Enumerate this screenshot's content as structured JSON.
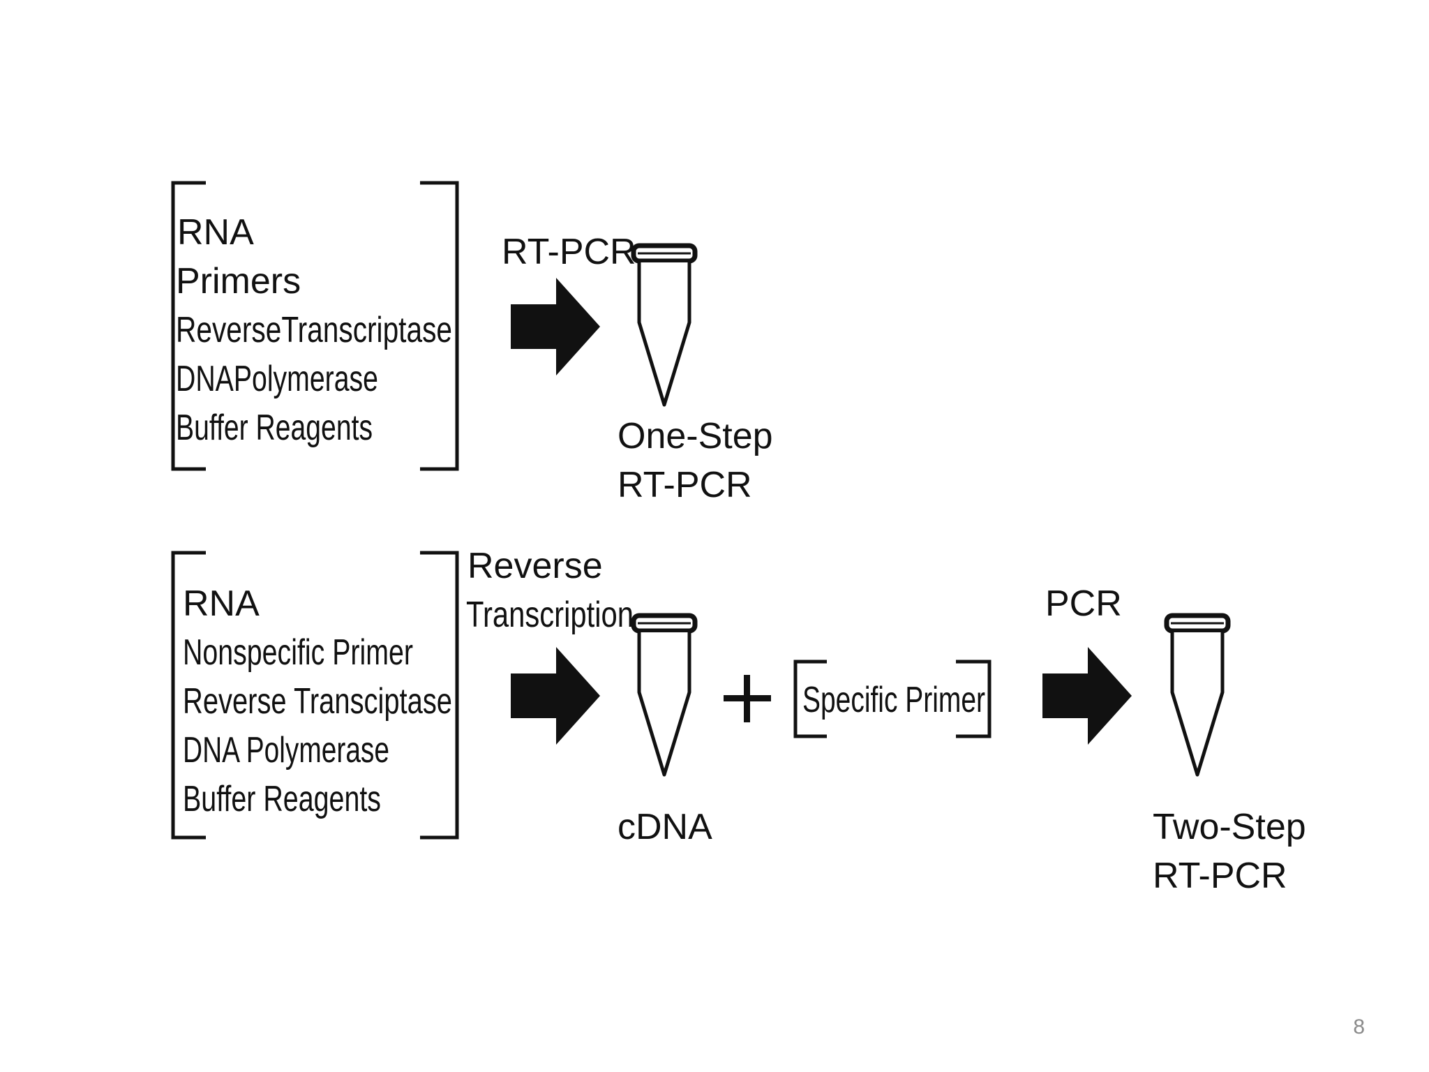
{
  "one_step": {
    "reagents": [
      "RNA",
      "Primers",
      "ReverseTranscriptase",
      "DNAPolymerase",
      "Buffer Reagents"
    ],
    "arrow_label": "RT-PCR",
    "result_label_line1": "One-Step",
    "result_label_line2": "RT-PCR"
  },
  "two_step": {
    "reagents": [
      "RNA",
      "Nonspecific Primer",
      "Reverse Transciptase",
      "DNA Polymerase",
      "Buffer Reagents"
    ],
    "arrow_label_line1": "Reverse",
    "arrow_label_line2": "Transcription",
    "intermediate_label": "cDNA",
    "plus_sign": "+",
    "specific_primer": "Specific Primer",
    "pcr_label": "PCR",
    "result_label_line1": "Two-Step",
    "result_label_line2": "RT-PCR"
  },
  "page_number": "8",
  "colors": {
    "ink": "#111111",
    "page_number": "#8a8a8a"
  }
}
